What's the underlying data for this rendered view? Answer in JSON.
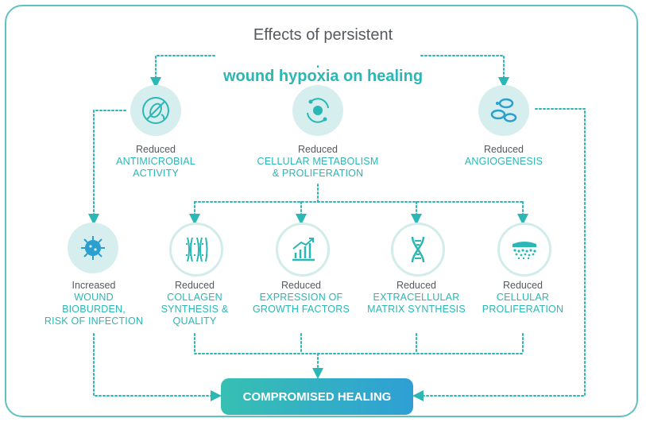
{
  "title": {
    "line1": "Effects of persistent",
    "line2": "wound hypoxia on healing"
  },
  "effects_top": [
    {
      "icon": "no-microbe-icon",
      "line1": "Reduced",
      "line2": "ANTIMICROBIAL",
      "line3": "ACTIVITY"
    },
    {
      "icon": "cell-cycle-icon",
      "line1": "Reduced",
      "line2": "CELLULAR METABOLISM",
      "line3": "& PROLIFERATION"
    },
    {
      "icon": "blood-cells-icon",
      "line1": "Reduced",
      "line2": "ANGIOGENESIS",
      "line3": ""
    }
  ],
  "effects_bottom": [
    {
      "icon": "virus-icon",
      "line1": "Increased",
      "line2": "WOUND",
      "line3": "BIOBURDEN,",
      "line4": "RISK OF INFECTION"
    },
    {
      "icon": "collagen-fibers-icon",
      "line1": "Reduced",
      "line2": "COLLAGEN",
      "line3": "SYNTHESIS &",
      "line4": "QUALITY"
    },
    {
      "icon": "growth-chart-icon",
      "line1": "Reduced",
      "line2": "EXPRESSION OF",
      "line3": "GROWTH FACTORS",
      "line4": ""
    },
    {
      "icon": "dna-icon",
      "line1": "Reduced",
      "line2": "EXTRACELLULAR",
      "line3": "MATRIX SYNTHESIS",
      "line4": ""
    },
    {
      "icon": "skin-layer-icon",
      "line1": "Reduced",
      "line2": "CELLULAR",
      "line3": "PROLIFERATION",
      "line4": ""
    }
  ],
  "result": "COMPROMISED HEALING",
  "colors": {
    "teal": "#2ab7b5",
    "gray_text": "#555a60",
    "icon_bg": "#d6eeee",
    "gradient_start": "#37c0b2",
    "gradient_end": "#2f9fd5"
  }
}
